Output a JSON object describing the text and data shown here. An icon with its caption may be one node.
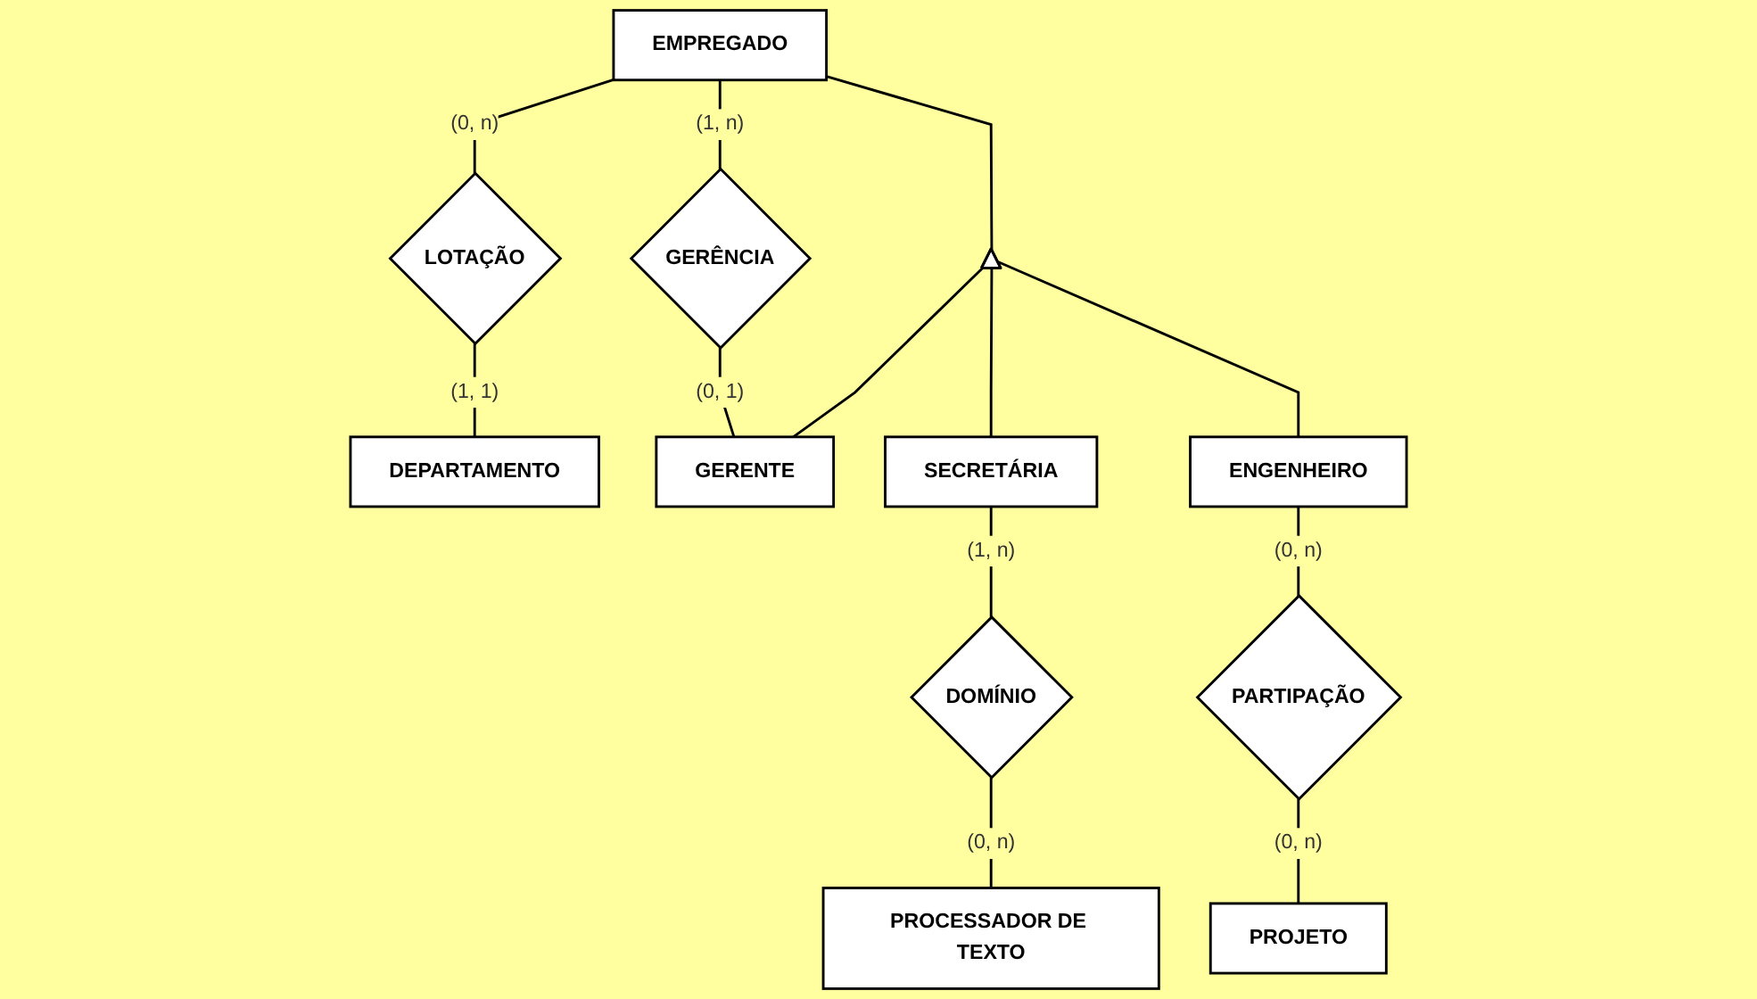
{
  "diagram": {
    "nodes": [
      {
        "text": [
          "EMPREGADO"
        ]
      },
      {
        "text": [
          "LOTAÇÃO"
        ]
      },
      {
        "text": [
          "DEPARTAMENTO"
        ]
      },
      {
        "text": [
          "GERÊNCIA"
        ]
      },
      {
        "text": [],
        "shape": "triangle"
      },
      {
        "text": [
          "GERENTE"
        ]
      },
      {
        "text": [
          "SECRETÁRIA"
        ]
      },
      {
        "text": [
          "ENGENHEIRO"
        ]
      },
      {
        "text": [
          "DOMÍNIO"
        ]
      },
      {
        "text": [
          "PARTIPAÇÃO"
        ]
      },
      {
        "text": [
          "PROCESSADOR DE TEXTO"
        ]
      },
      {
        "text": [
          "PROJETO"
        ]
      }
    ],
    "edges": [
      {
        "from": 0,
        "to": 1,
        "arrow": "none",
        "label": "(0, n)"
      },
      {
        "from": 1,
        "to": 2,
        "arrow": "none",
        "label": "(1, 1)"
      },
      {
        "from": 0,
        "to": 3,
        "arrow": "none",
        "label": "(1, n)"
      },
      {
        "from": 3,
        "to": 5,
        "arrow": "none",
        "label": "(0, 1)"
      },
      {
        "from": 0,
        "to": 4,
        "arrow": "none"
      },
      {
        "from": 4,
        "to": 5,
        "arrow": "none"
      },
      {
        "from": 4,
        "to": 6,
        "arrow": "none"
      },
      {
        "from": 4,
        "to": 7,
        "arrow": "none"
      },
      {
        "from": 6,
        "to": 8,
        "arrow": "none",
        "label": "(1, n)"
      },
      {
        "from": 8,
        "to": 10,
        "arrow": "none",
        "label": "(0, n)"
      },
      {
        "from": 7,
        "to": 9,
        "arrow": "none",
        "label": "(0, n)"
      },
      {
        "from": 9,
        "to": 11,
        "arrow": "none",
        "label": "(0, n)"
      }
    ]
  }
}
